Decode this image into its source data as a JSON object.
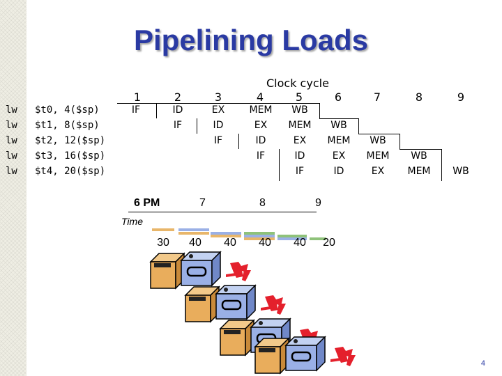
{
  "title": "Pipelining Loads",
  "instructions": [
    {
      "op": "lw",
      "operands": "$t0, 4($sp)"
    },
    {
      "op": "lw",
      "operands": "$t1, 8($sp)"
    },
    {
      "op": "lw",
      "operands": "$t2, 12($sp)"
    },
    {
      "op": "lw",
      "operands": "$t3, 16($sp)"
    },
    {
      "op": "lw",
      "operands": "$t4, 20($sp)"
    }
  ],
  "clock_label": "Clock cycle",
  "cycles": [
    "1",
    "2",
    "3",
    "4",
    "5",
    "6",
    "7",
    "8",
    "9"
  ],
  "stages": {
    "if": "IF",
    "id": "ID",
    "ex": "EX",
    "mem": "MEM",
    "wb": "WB"
  },
  "timeline": {
    "labels": [
      "6 PM",
      "7",
      "8",
      "9"
    ],
    "time_label": "Time",
    "durations": [
      "30",
      "40",
      "40",
      "40",
      "40",
      "20"
    ],
    "colors": {
      "wash": "#e8b66a",
      "dry": "#9ab0e6",
      "fold": "#8fc27a"
    }
  },
  "page_number": "4"
}
